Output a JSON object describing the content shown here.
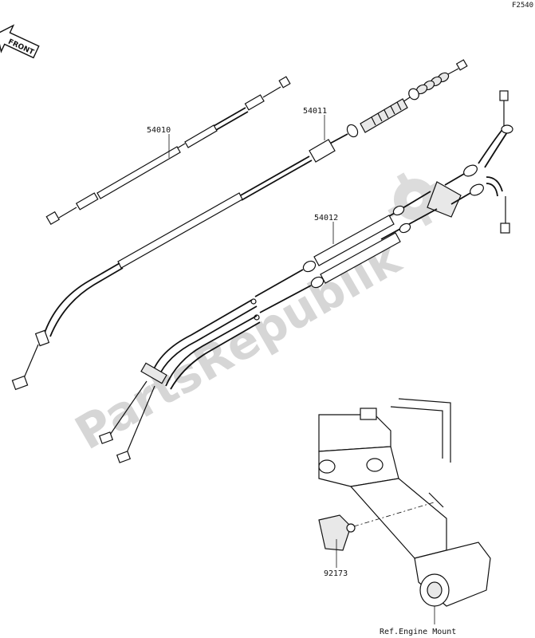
{
  "figure_code": "F2540",
  "front_arrow_text": "FRONT",
  "watermark_text": "PartsRepublik",
  "parts": [
    {
      "number": "54010"
    },
    {
      "number": "54011"
    },
    {
      "number": "54012"
    },
    {
      "number": "92173"
    }
  ],
  "reference_text": "Ref.Engine Mount"
}
